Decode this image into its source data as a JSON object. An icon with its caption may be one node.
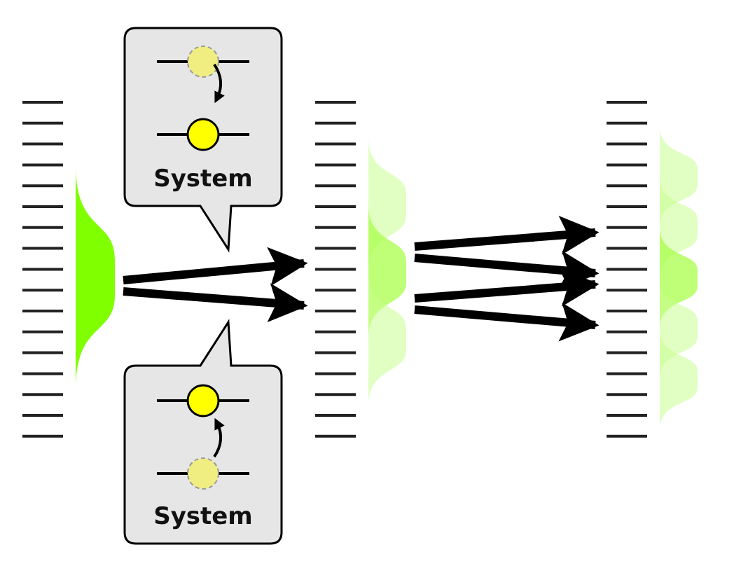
{
  "diagram": {
    "nodes": [
      {
        "text": [
          "System"
        ]
      },
      {
        "text": [],
        "shape": "picture"
      },
      {
        "text": [],
        "shape": "picture"
      },
      {
        "text": [
          "System"
        ]
      },
      {
        "text": [],
        "shape": "picture"
      }
    ],
    "edges": [
      {
        "from": 1,
        "to": 2,
        "arrow": "to"
      },
      {
        "from": 1,
        "to": 2,
        "arrow": "to"
      },
      {
        "from": 2,
        "to": 4,
        "arrow": "to"
      },
      {
        "from": 2,
        "to": 4,
        "arrow": "to"
      },
      {
        "from": 2,
        "to": 4,
        "arrow": "to"
      },
      {
        "from": 2,
        "to": 4,
        "arrow": "to"
      }
    ]
  }
}
